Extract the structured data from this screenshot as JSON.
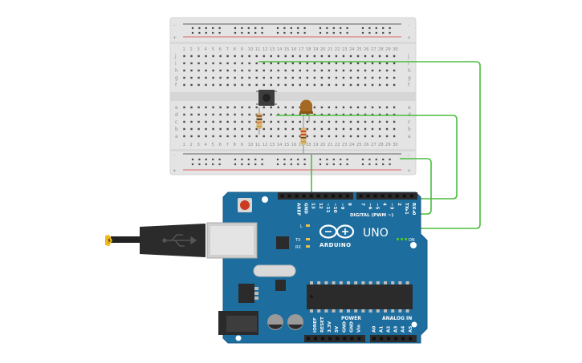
{
  "breadboard": {
    "columns": [
      "1",
      "2",
      "3",
      "4",
      "5",
      "6",
      "7",
      "8",
      "9",
      "10",
      "11",
      "12",
      "13",
      "14",
      "15",
      "16",
      "17",
      "18",
      "19",
      "20",
      "21",
      "22",
      "23",
      "24",
      "25",
      "26",
      "27",
      "28",
      "29",
      "30"
    ],
    "rows_top": [
      "j",
      "i",
      "h",
      "g",
      "f"
    ],
    "rows_bottom": [
      "e",
      "d",
      "c",
      "b",
      "a"
    ],
    "rail_plus": "+",
    "rail_minus": "-"
  },
  "arduino": {
    "brand": "ARDUINO",
    "model": "UNO",
    "on_label": "ON",
    "l_label": "L",
    "tx_label": "TX",
    "rx_label": "RX",
    "digital_label": "DIGITAL (PWM ~)",
    "power_label": "POWER",
    "analog_label": "ANALOG IN",
    "digital_pins": [
      "AREF",
      "GND",
      "13",
      "12",
      "~11",
      "~10",
      "~9",
      "8",
      "7",
      "~6",
      "~5",
      "4",
      "~3",
      "2",
      "TX▸1",
      "RX◂0"
    ],
    "power_pins": [
      "IOREF",
      "RESET",
      "3.3V",
      "5V",
      "GND",
      "GND",
      "Vin"
    ],
    "analog_pins": [
      "A0",
      "A1",
      "A2",
      "A3",
      "A4",
      "A5"
    ]
  },
  "colors": {
    "board": "#1d6d9e",
    "breadboard": "#e4e4e4",
    "wire": "#4bbd3f",
    "rail_red": "#d93a3a",
    "rail_black": "#333333",
    "led": "#a56a22",
    "reset_button": "#cc3a22"
  }
}
